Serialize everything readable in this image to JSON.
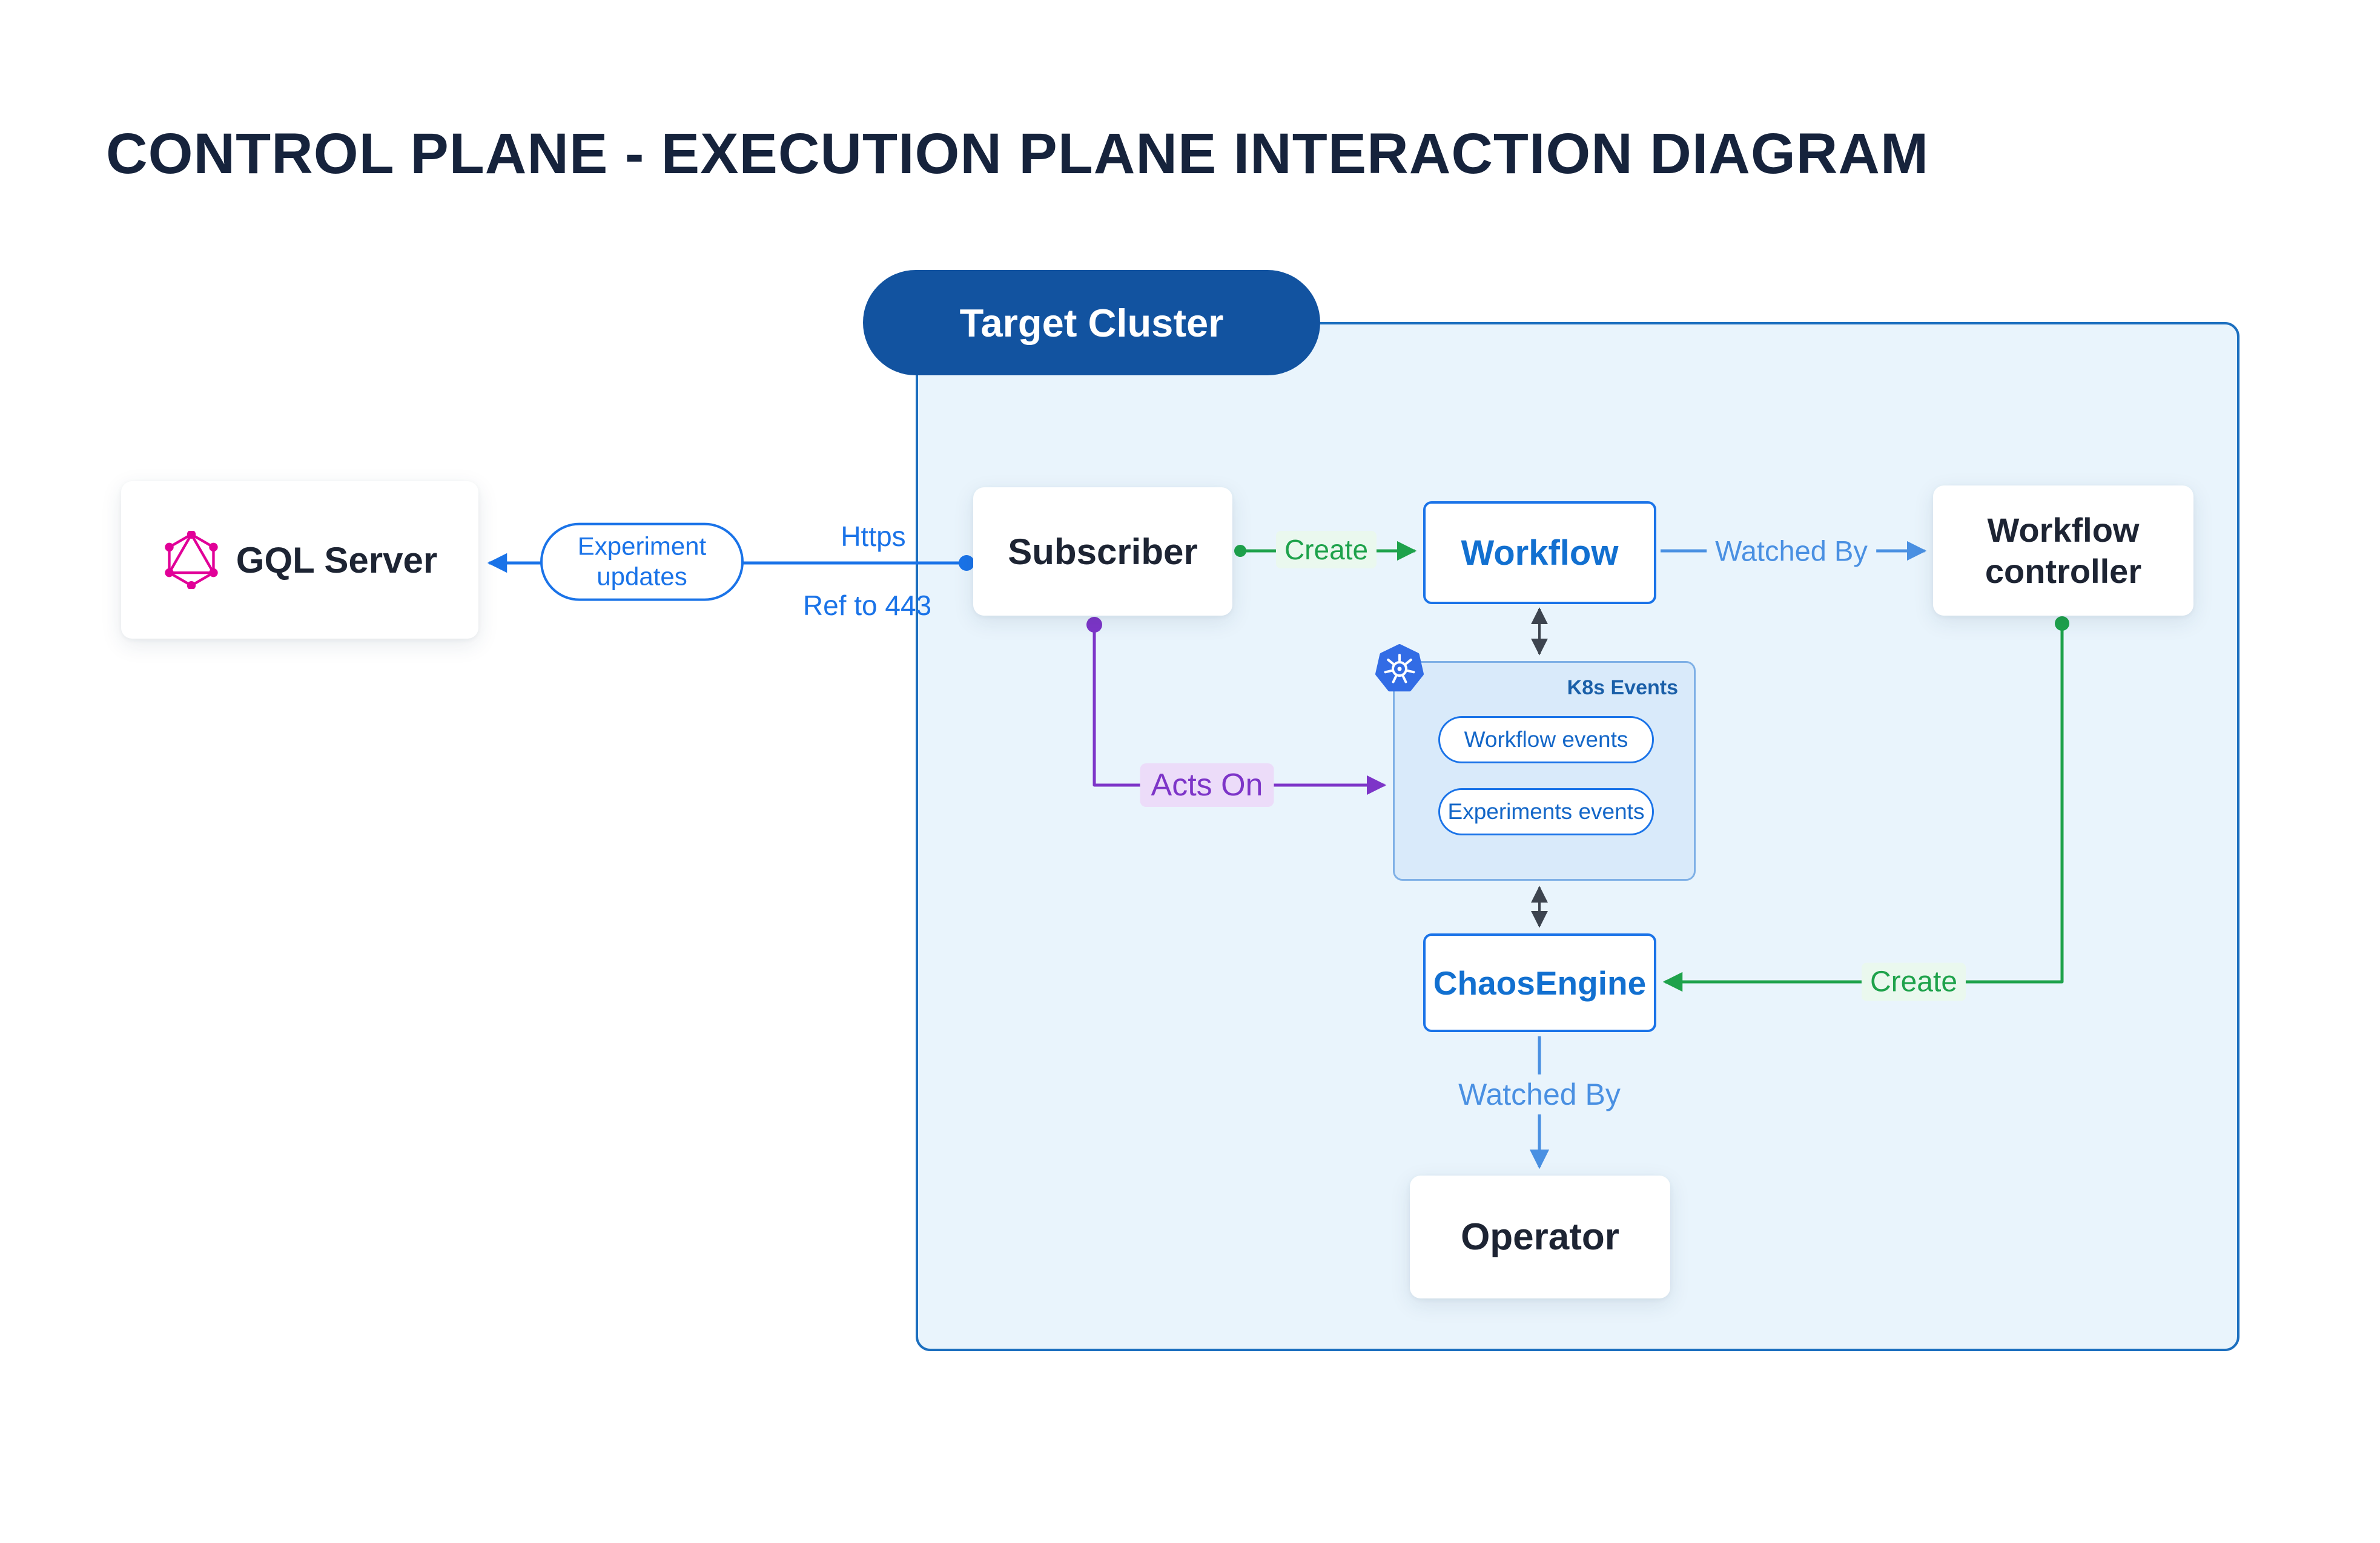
{
  "title": "CONTROL PLANE - EXECUTION PLANE INTERACTION DIAGRAM",
  "cluster": {
    "label": "Target Cluster"
  },
  "nodes": {
    "gql_server": {
      "label": "GQL Server"
    },
    "subscriber": {
      "label": "Subscriber"
    },
    "workflow": {
      "label": "Workflow"
    },
    "workflow_controller": {
      "label": "Workflow controller"
    },
    "chaos_engine": {
      "label": "ChaosEngine"
    },
    "operator": {
      "label": "Operator"
    },
    "k8s_events": {
      "label": "K8s Events",
      "items": [
        {
          "label": "Workflow events"
        },
        {
          "label": "Experiments events"
        }
      ]
    }
  },
  "edges": {
    "https": {
      "label": "Https"
    },
    "ref_443": {
      "label": "Ref to 443"
    },
    "experiment_updates": {
      "label": "Experiment updates"
    },
    "create_workflow": {
      "label": "Create"
    },
    "watched_by_controller": {
      "label": "Watched By"
    },
    "acts_on": {
      "label": "Acts On"
    },
    "create_chaosengine": {
      "label": "Create"
    },
    "watched_by_operator": {
      "label": "Watched By"
    }
  },
  "colors": {
    "blue_accent": "#1a73e8",
    "light_blue_arrow": "#4a90e2",
    "green": "#1ea24b",
    "purple": "#7d35c8",
    "graphql_pink": "#e10098",
    "kubernetes_blue": "#326ce5",
    "cluster_bg": "#e9f4fc",
    "cluster_border": "#1c6fbf",
    "cluster_pill_bg": "#1253a0",
    "dark_arrow": "#3d444f"
  }
}
